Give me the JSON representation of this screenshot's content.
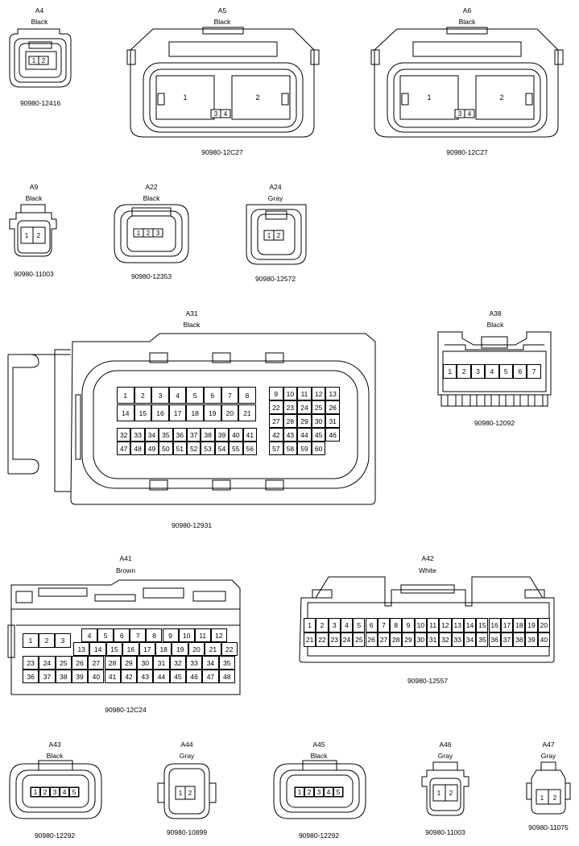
{
  "connectors": {
    "a4": {
      "id": "A4",
      "color": "Black",
      "part": "90980-12416",
      "pins": [
        "1",
        "2"
      ]
    },
    "a5": {
      "id": "A5",
      "color": "Black",
      "part": "90980-12C27",
      "pins": [
        "1",
        "2",
        "3",
        "4"
      ]
    },
    "a6": {
      "id": "A6",
      "color": "Black",
      "part": "90980-12C27",
      "pins": [
        "1",
        "2",
        "3",
        "4"
      ]
    },
    "a9": {
      "id": "A9",
      "color": "Black",
      "part": "90980-11003",
      "pins": [
        "1",
        "2"
      ]
    },
    "a22": {
      "id": "A22",
      "color": "Black",
      "part": "90980-12353",
      "pins": [
        "1",
        "2",
        "3"
      ]
    },
    "a24": {
      "id": "A24",
      "color": "Gray",
      "part": "90980-12572",
      "pins": [
        "1",
        "2"
      ]
    },
    "a31": {
      "id": "A31",
      "color": "Black",
      "part": "90980-12931"
    },
    "a38": {
      "id": "A38",
      "color": "Black",
      "part": "90980-12092",
      "pins": [
        "1",
        "2",
        "3",
        "4",
        "5",
        "6",
        "7"
      ]
    },
    "a41": {
      "id": "A41",
      "color": "Brown",
      "part": "90980-12C24"
    },
    "a42": {
      "id": "A42",
      "color": "White",
      "part": "90980-12557"
    },
    "a43": {
      "id": "A43",
      "color": "Black",
      "part": "90980-12292",
      "pins": [
        "1",
        "2",
        "3",
        "4",
        "5"
      ]
    },
    "a44": {
      "id": "A44",
      "color": "Gray",
      "part": "90980-10899",
      "pins": [
        "1",
        "2"
      ]
    },
    "a45": {
      "id": "A45",
      "color": "Black",
      "part": "90980-12292",
      "pins": [
        "1",
        "2",
        "3",
        "4",
        "5"
      ]
    },
    "a46": {
      "id": "A46",
      "color": "Gray",
      "part": "90980-11003",
      "pins": [
        "1",
        "2"
      ]
    },
    "a47": {
      "id": "A47",
      "color": "Gray",
      "part": "90980-11075",
      "pins": [
        "1",
        "2"
      ]
    }
  }
}
